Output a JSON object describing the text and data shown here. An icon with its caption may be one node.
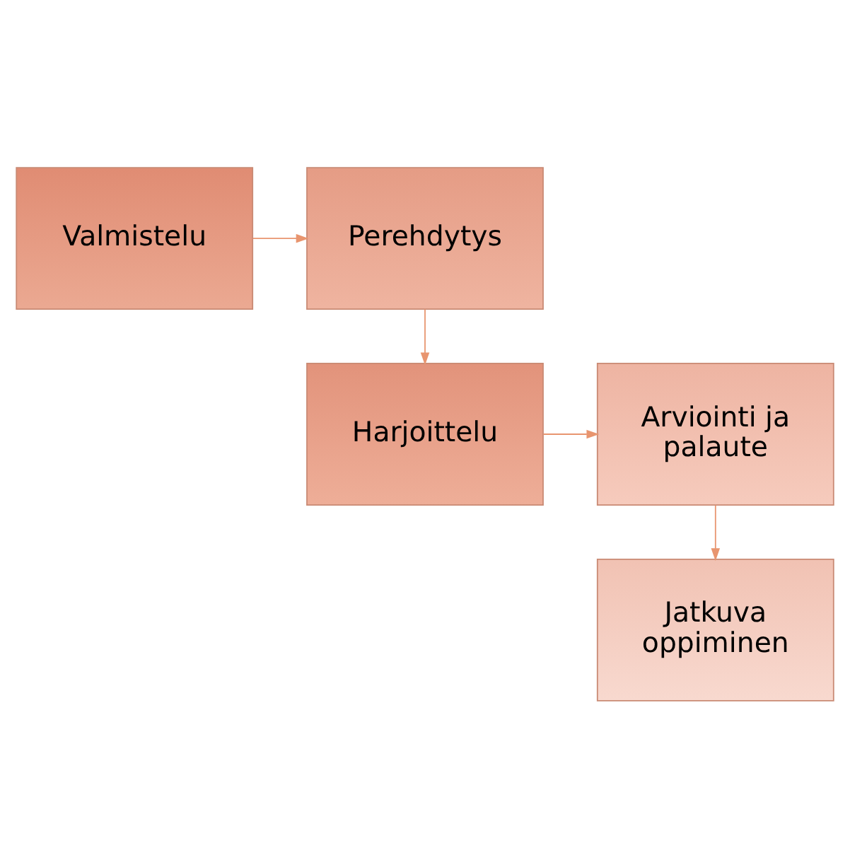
{
  "diagram": {
    "nodes": [
      {
        "text": [
          "Valmistelu"
        ]
      },
      {
        "text": [
          "Perehdytys"
        ]
      },
      {
        "text": [
          "Harjoittelu"
        ]
      },
      {
        "text": [
          "Arviointi ja palaute"
        ]
      },
      {
        "text": [
          "Jatkuva oppiminen"
        ]
      }
    ],
    "edges": [
      {
        "from": 0,
        "to": 1,
        "arrow": "to"
      },
      {
        "from": 1,
        "to": 2,
        "arrow": "to"
      },
      {
        "from": 2,
        "to": 3,
        "arrow": "to"
      },
      {
        "from": 3,
        "to": 4,
        "arrow": "to"
      }
    ]
  }
}
